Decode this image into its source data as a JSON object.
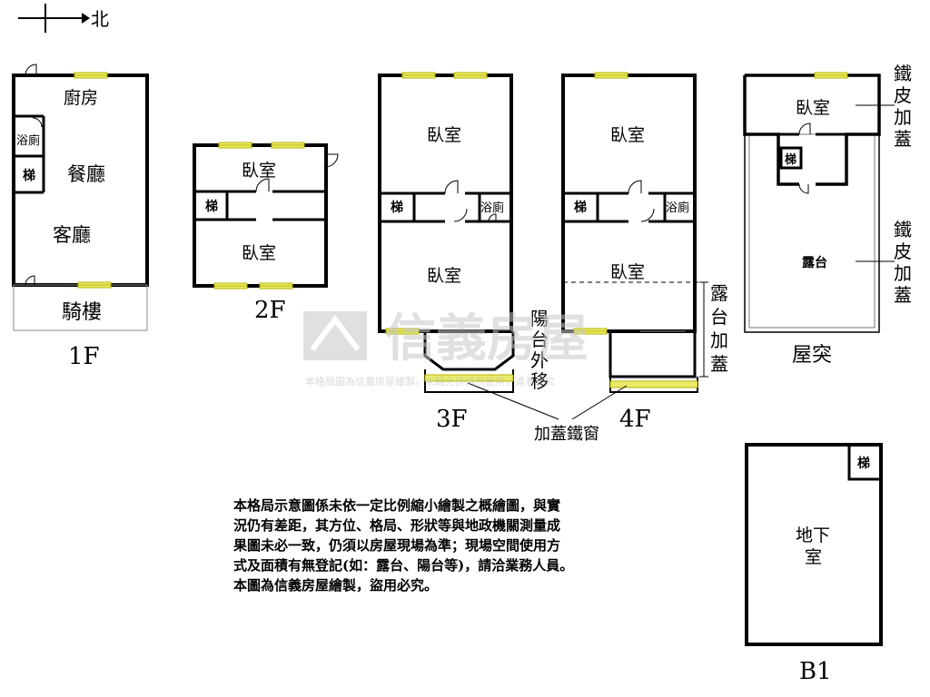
{
  "compass": {
    "north": "北"
  },
  "floors": {
    "f1": {
      "label": "1F",
      "rooms": {
        "kitchen": "廚房",
        "bath": "浴廁",
        "stair": "梯",
        "dining": "餐廳",
        "living": "客廳",
        "arcade": "騎樓"
      }
    },
    "f2": {
      "label": "2F",
      "rooms": {
        "bedroom_north": "臥室",
        "stair": "梯",
        "bedroom_south": "臥室"
      }
    },
    "f3": {
      "label": "3F",
      "rooms": {
        "bedroom_north": "臥室",
        "stair": "梯",
        "bath": "浴廁",
        "bedroom_south": "臥室"
      }
    },
    "f4": {
      "label": "4F",
      "rooms": {
        "bedroom_north": "臥室",
        "stair": "梯",
        "bath": "浴廁",
        "bedroom_south": "臥室"
      }
    },
    "roof": {
      "label": "屋突",
      "rooms": {
        "bedroom": "臥室",
        "stair": "梯",
        "terrace": "露台"
      }
    },
    "b1": {
      "label": "B1",
      "rooms": {
        "stair": "梯",
        "basement_line1": "地下",
        "basement_line2": "室"
      }
    }
  },
  "annotations": {
    "balcony_moved": [
      "陽",
      "台",
      "外",
      "移"
    ],
    "terrace_cover": [
      "露",
      "台",
      "加",
      "蓋"
    ],
    "iron_cover_1": [
      "鐵",
      "皮",
      "加",
      "蓋"
    ],
    "iron_cover_2": [
      "鐵",
      "皮",
      "加",
      "蓋"
    ],
    "iron_window": "加蓋鐵窗"
  },
  "watermark": {
    "brand": "信義房屋",
    "notice": "本格局圖為信義房屋繪製，未經允許請勿使用，違者必究"
  },
  "disclaimer": [
    "本格局示意圖係未依一定比例縮小繪製之概繪圖，與實",
    "況仍有差距，其方位、格局、形狀等與地政機關測量成",
    "果圖未必一致，仍須以房屋現場為準；現場空間使用方",
    "式及面積有無登記(如：露台、陽台等)，請洽業務人員。",
    "本圖為信義房屋繪製，盜用必究。"
  ],
  "colors": {
    "wall": "#000000",
    "window_fill": "#e8ec6a",
    "window_stroke": "#b7b500",
    "watermark": "#c8c8c8"
  }
}
